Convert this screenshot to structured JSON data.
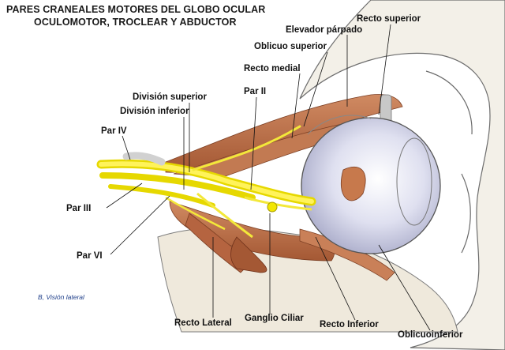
{
  "title": {
    "line1": "PARES CRANEALES MOTORES DEL GLOBO OCULAR",
    "line2": "OCULOMOTOR, TROCLEAR Y ABDUCTOR"
  },
  "caption": "B, Visión lateral",
  "labels": {
    "recto_superior": "Recto superior",
    "elevador_parpado": "Elevador párpado",
    "oblicuo_superior": "Oblicuo superior",
    "recto_medial": "Recto medial",
    "par_ii": "Par II",
    "division_superior": "División superior",
    "division_inferior": "División inferior",
    "par_iv": "Par IV",
    "par_iii": "Par III",
    "par_vi": "Par VI",
    "recto_lateral": "Recto Lateral",
    "ganglio_ciliar": "Ganglio Ciliar",
    "recto_inferior": "Recto Inferior",
    "oblicuo_inferior": "Oblicuoinferior"
  },
  "colors": {
    "nerve": "#f2e600",
    "muscle": "#b86a45",
    "eyeball": "#d7d8ec",
    "bone": "#f4f1ea",
    "leader": "#111111"
  }
}
